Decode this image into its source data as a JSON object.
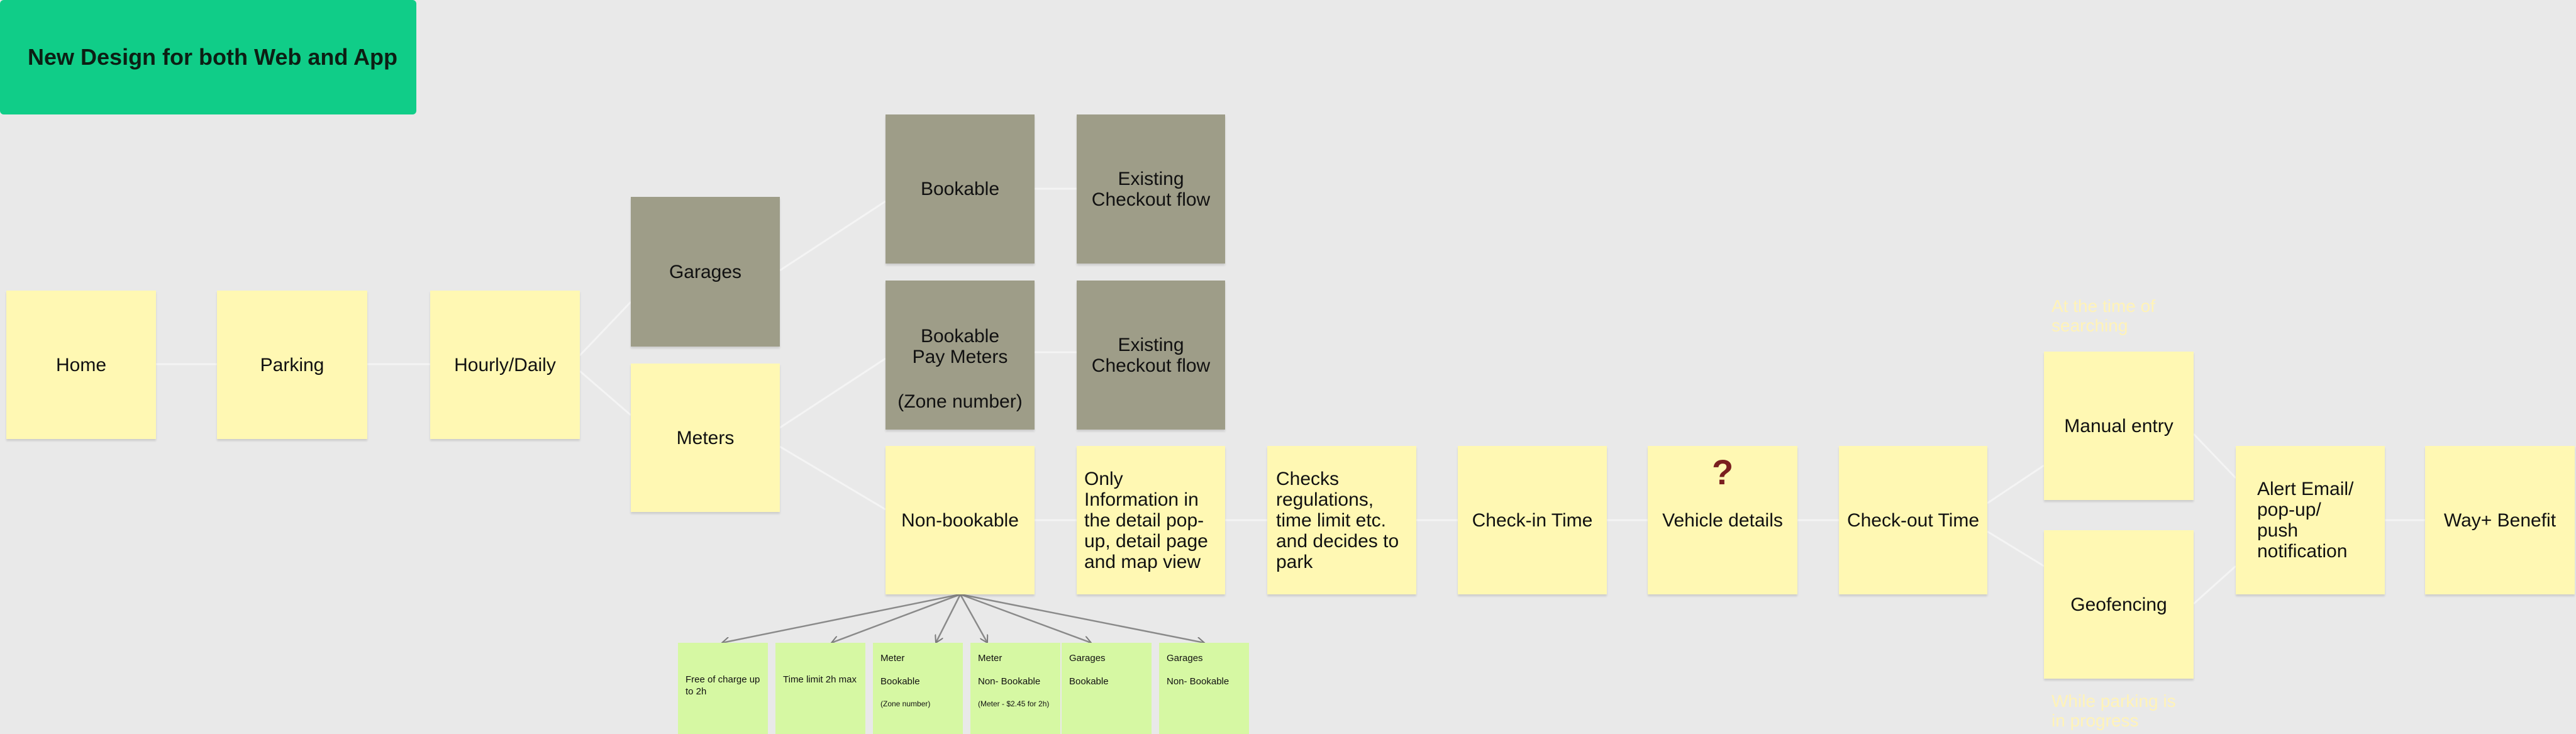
{
  "title": "New Design for both Web and App",
  "nodes": {
    "home": "Home",
    "parking": "Parking",
    "hourly_daily": "Hourly/Daily",
    "garages": "Garages",
    "meters": "Meters",
    "bookable": "Bookable",
    "existing_checkout_1": "Existing Checkout flow",
    "bookable_pay_meters": "Bookable Pay Meters",
    "zone_number": "(Zone number)",
    "existing_checkout_2": "Existing Checkout flow",
    "non_bookable": "Non-bookable",
    "only_information": "Only Information in the detail pop-up, detail page and map view",
    "checks_regulations": "Checks regulations, time limit etc. and decides to park",
    "check_in_time": "Check-in Time",
    "vehicle_details": "Vehicle details",
    "question_mark": "?",
    "check_out_time": "Check-out Time",
    "manual_entry": "Manual entry",
    "geofencing": "Geofencing",
    "alert": "Alert Email/ pop-up/ push notification",
    "way_benefit": "Way+ Benefit"
  },
  "labels": {
    "at_time_of_searching": "At the time of searching",
    "while_parking": "While parking is in progress"
  },
  "sub_notes": [
    {
      "line1": "Free of charge up to 2h",
      "line2": "",
      "line3": ""
    },
    {
      "line1": "Time limit 2h max",
      "line2": "",
      "line3": ""
    },
    {
      "line1": "Meter",
      "line2": "Bookable",
      "line3": "(Zone number)"
    },
    {
      "line1": "Meter",
      "line2": "Non- Bookable",
      "line3": "(Meter - $2.45 for 2h)"
    },
    {
      "line1": "Garages",
      "line2": "Bookable",
      "line3": ""
    },
    {
      "line1": "Garages",
      "line2": "Non- Bookable",
      "line3": ""
    }
  ],
  "colors": {
    "title_bg": "#10cd88",
    "sticky_yellow": "#fff8b3",
    "sticky_gray": "#9e9d88",
    "sticky_green": "#d6f8a3",
    "canvas_bg": "#e9e9e9",
    "question_mark": "#7a1f1f"
  }
}
